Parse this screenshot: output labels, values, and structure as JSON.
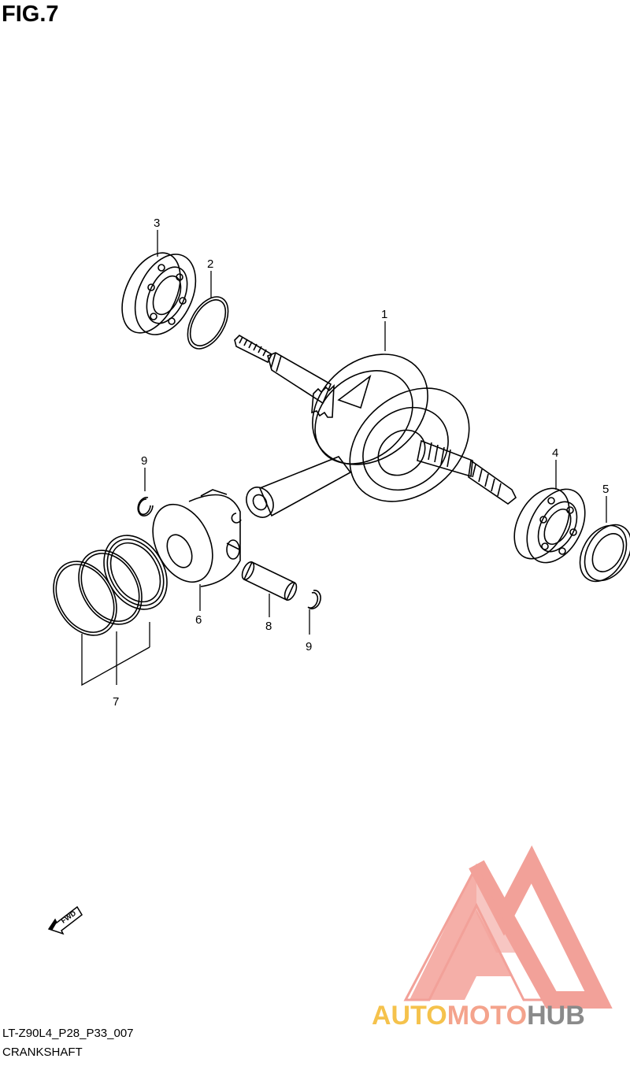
{
  "figure": {
    "title": "FIG.7"
  },
  "callouts": [
    {
      "id": "c1",
      "number": "1"
    },
    {
      "id": "c2",
      "number": "2"
    },
    {
      "id": "c3",
      "number": "3"
    },
    {
      "id": "c4",
      "number": "4"
    },
    {
      "id": "c5",
      "number": "5"
    },
    {
      "id": "c6",
      "number": "6"
    },
    {
      "id": "c7",
      "number": "7"
    },
    {
      "id": "c8",
      "number": "8"
    },
    {
      "id": "c9a",
      "number": "9"
    },
    {
      "id": "c9b",
      "number": "9"
    }
  ],
  "fwd_label": "FWD",
  "footer": {
    "code": "LT-Z90L4_P28_P33_007",
    "name": "CRANKSHAFT"
  },
  "watermark": {
    "part1": "AUTO",
    "part2": "MOTO",
    "part3": "HUB",
    "colors": {
      "auto": "#f5c24c",
      "moto": "#f4a38c",
      "hub": "#8a8a8a",
      "logo": "#f08a80"
    }
  }
}
